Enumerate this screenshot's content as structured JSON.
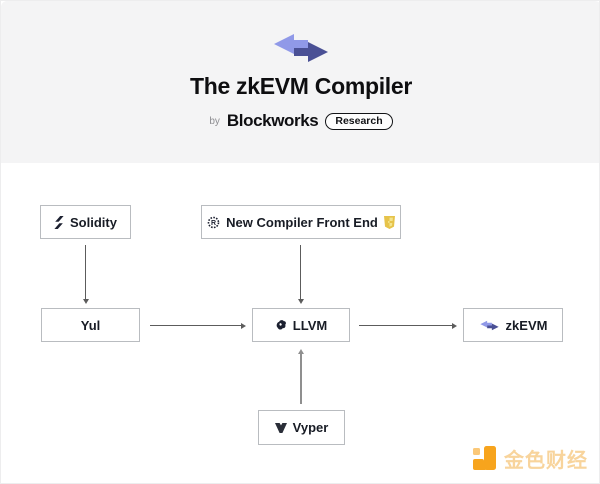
{
  "header": {
    "title": "The zkEVM Compiler",
    "byline_prefix": "by",
    "brand": "Blockworks",
    "badge": "Research"
  },
  "diagram": {
    "nodes": [
      {
        "id": "solidity",
        "label": "Solidity",
        "icon": "solidity-icon"
      },
      {
        "id": "frontend",
        "label": "New Compiler Front End",
        "icon_left": "rust-gear-icon",
        "icon_right": "yellow-shield-icon"
      },
      {
        "id": "yul",
        "label": "Yul"
      },
      {
        "id": "llvm",
        "label": "LLVM",
        "icon": "llvm-dragon-icon"
      },
      {
        "id": "zkevm",
        "label": "zkEVM",
        "icon": "swap-arrows-icon"
      },
      {
        "id": "vyper",
        "label": "Vyper",
        "icon": "vyper-v-icon"
      }
    ],
    "edges": [
      {
        "from": "Solidity",
        "to": "Yul"
      },
      {
        "from": "New Compiler Front End",
        "to": "LLVM"
      },
      {
        "from": "Yul",
        "to": "LLVM"
      },
      {
        "from": "LLVM",
        "to": "zkEVM"
      },
      {
        "from": "Vyper",
        "to": "LLVM"
      }
    ]
  },
  "watermark": {
    "text": "金色财经"
  },
  "colors": {
    "header_bg": "#f4f4f5",
    "arrow_light_purple": "#9099e8",
    "arrow_dark_indigo": "#4a5095",
    "node_border": "#b9bcc0",
    "edge_line": "#5c5c5c",
    "shield_yellow": "#e6c34a",
    "watermark_orange": "#f7a41d",
    "watermark_text_orange": "#f8d49c"
  }
}
